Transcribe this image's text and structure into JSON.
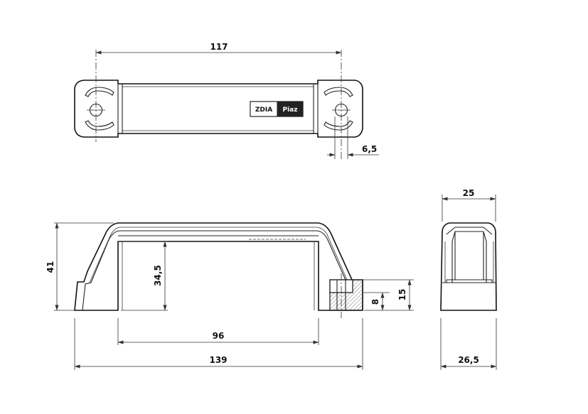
{
  "logo": {
    "left": "ZDIA",
    "right": "Piaz"
  },
  "dimensions": {
    "top_length": "117",
    "hole": "6,5",
    "height": "41",
    "inner_height": "34,5",
    "inner_width": "96",
    "overall_length": "139",
    "boss_height": "15",
    "thread": "8",
    "side_top_width": "25",
    "side_base_width": "26,5"
  }
}
